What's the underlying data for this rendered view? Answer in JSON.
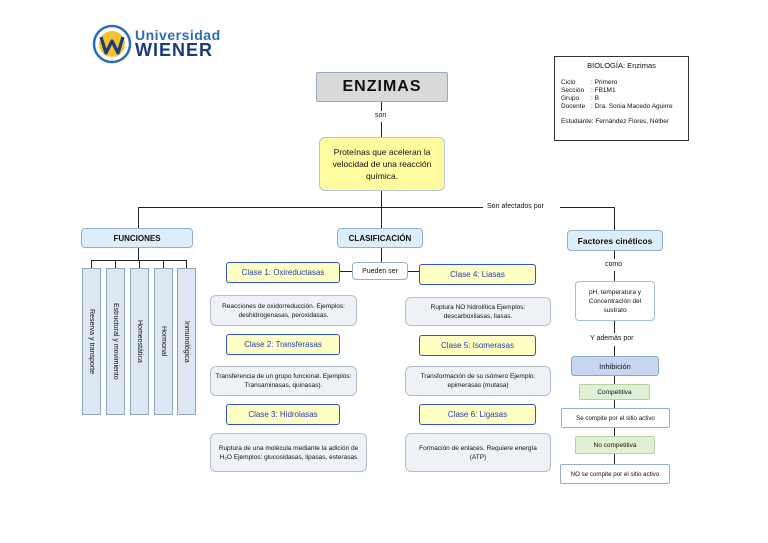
{
  "logo": {
    "line1": "Universidad",
    "line2": "WIENER",
    "icon": "university-logo-icon"
  },
  "info": {
    "title": "BIOLOGÍA: Enzimas",
    "rows": [
      {
        "k": "Ciclo",
        "v": ": Primero"
      },
      {
        "k": "Sección",
        "v": ": FB1M1"
      },
      {
        "k": "Grupo",
        "v": ": B"
      },
      {
        "k": "Docente",
        "v": ": Dra. Sonia Macedo Aguirre"
      }
    ],
    "student": "Estudiante: Fernández Flores, Nélber"
  },
  "nodes": {
    "title": "ENZIMAS",
    "son": "son",
    "definition": "Proteínas que aceleran la velocidad de una reacción química.",
    "afectados": "Son afectados por",
    "funciones": "FUNCIONES",
    "clasificacion": "CLASIFICACIÓN",
    "factores": "Factores cinéticos",
    "pueden": "Pueden ser",
    "como": "como",
    "ph": "pH, temperatura y Concentración del sustrato",
    "ademas": "Y además por",
    "inhibicion": "Inhibición",
    "competitiva": "Competitiva",
    "competitiva_desc": "Se compite por el sitio activo",
    "no_competitiva": "No competitiva",
    "no_competitiva_desc": "NO se compite por el sitio activo"
  },
  "funciones": [
    "Reserva y transporte",
    "Estructural y movimiento",
    "Homeostática",
    "Hormonal",
    "Inmunológica"
  ],
  "clases_left": [
    {
      "name": "Clase 1: Oxireductasas",
      "desc": "Reacciones de oxidorreducción. Ejemplos: deshidrogenasas, peroxidasas."
    },
    {
      "name": "Clase 2: Transferasas",
      "desc": "Transferencia de un grupo funcional. Ejemplos: Transaminasas, quinasas)."
    },
    {
      "name": "Clase 3: Hidrolasas",
      "desc": "Ruptura de una molécula mediante la adición de H₂O Ejemplos: glucosidasas, lipasas, esterasas"
    }
  ],
  "clases_right": [
    {
      "name": "Clase 4: Liasas",
      "desc": "Ruptura NO hidrolítica Ejemplos: descarboxilasas, liasas."
    },
    {
      "name": "Clase 5: Isomerasas",
      "desc": "Transformación de su isómero Ejemplo: epimerasas (mutasa)"
    },
    {
      "name": "Clase 6: Ligasas",
      "desc": "Formación de enlaces. Requiere energía (ATP)"
    }
  ]
}
